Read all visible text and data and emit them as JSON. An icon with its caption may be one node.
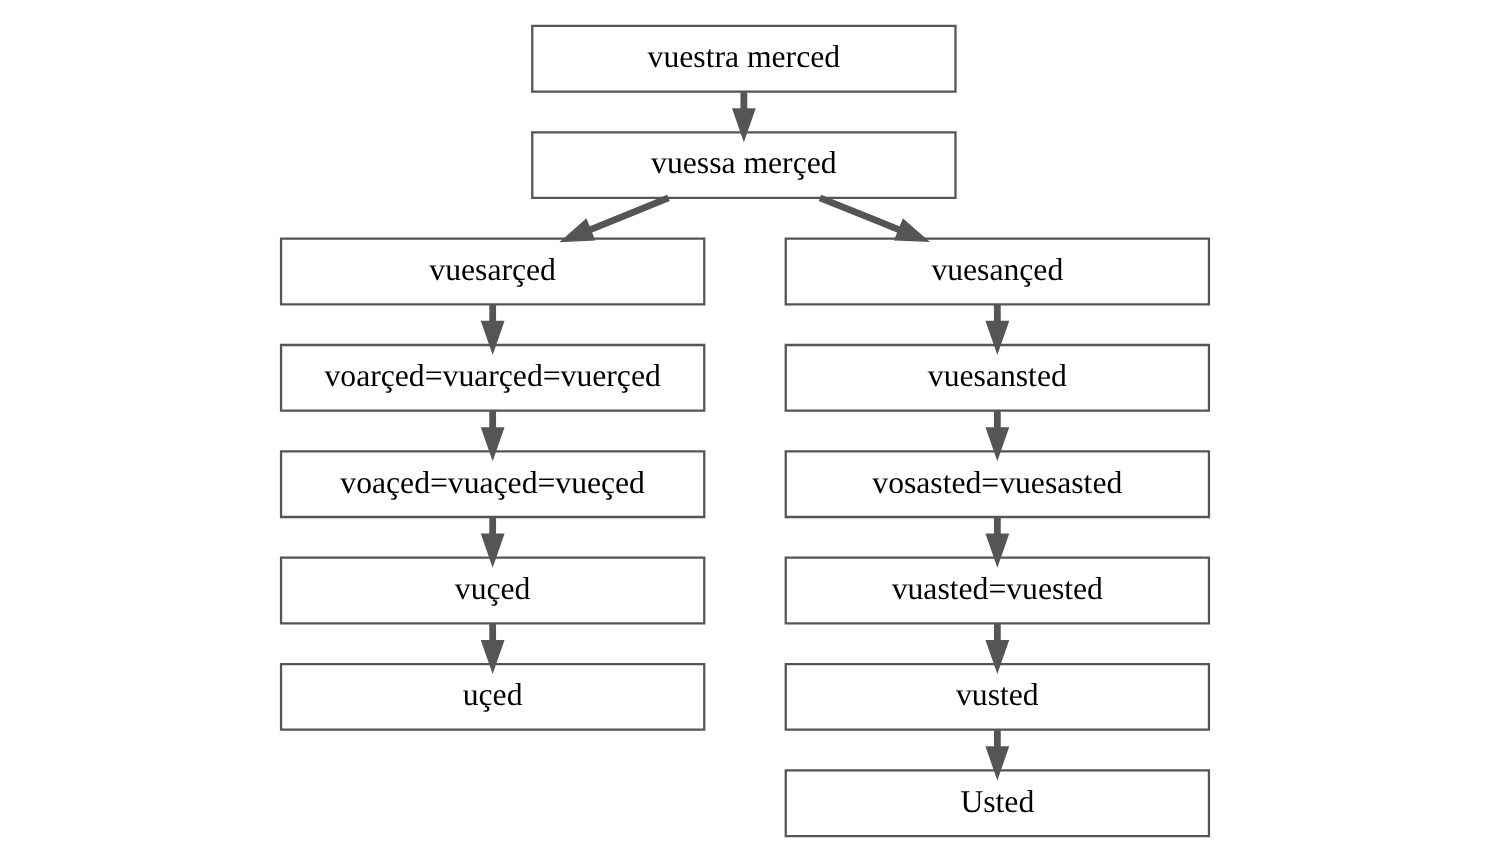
{
  "diagram": {
    "nodes": [
      {
        "text": [
          "vuestra merced"
        ]
      },
      {
        "text": [
          "vuessa merçed"
        ]
      },
      {
        "text": [
          "vuesarçed"
        ]
      },
      {
        "text": [
          "voarçed=vuarçed=vuerçed"
        ]
      },
      {
        "text": [
          "voaçed=vuaçed=vueçed"
        ]
      },
      {
        "text": [
          "vuçed"
        ]
      },
      {
        "text": [
          "uçed"
        ]
      },
      {
        "text": [
          "vuesançed"
        ]
      },
      {
        "text": [
          "vuesansted"
        ]
      },
      {
        "text": [
          "vosasted=vuesasted"
        ]
      },
      {
        "text": [
          "vuasted=vuested"
        ]
      },
      {
        "text": [
          "vusted"
        ]
      },
      {
        "text": [
          "Usted"
        ]
      }
    ],
    "edges": [
      {
        "from": 0,
        "to": 1,
        "arrow": "to"
      },
      {
        "from": 1,
        "to": 2,
        "arrow": "to"
      },
      {
        "from": 1,
        "to": 7,
        "arrow": "to"
      },
      {
        "from": 2,
        "to": 3,
        "arrow": "to"
      },
      {
        "from": 3,
        "to": 4,
        "arrow": "to"
      },
      {
        "from": 4,
        "to": 5,
        "arrow": "to"
      },
      {
        "from": 5,
        "to": 6,
        "arrow": "to"
      },
      {
        "from": 7,
        "to": 8,
        "arrow": "to"
      },
      {
        "from": 8,
        "to": 9,
        "arrow": "to"
      },
      {
        "from": 9,
        "to": 10,
        "arrow": "to"
      },
      {
        "from": 10,
        "to": 11,
        "arrow": "to"
      },
      {
        "from": 11,
        "to": 12,
        "arrow": "to"
      }
    ]
  }
}
